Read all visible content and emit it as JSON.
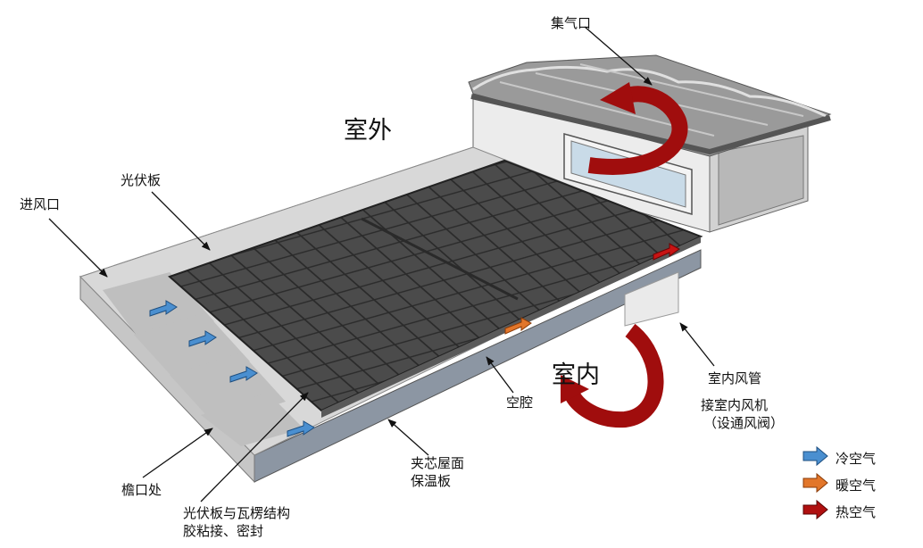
{
  "labels": {
    "outdoor": "室外",
    "indoor": "室内",
    "air_collector": "集气口",
    "pv_panel": "光伏板",
    "air_inlet": "进风口",
    "eave": "檐口处",
    "pv_bond_line1": "光伏板与瓦楞结构",
    "pv_bond_line2": "胶粘接、密封",
    "insulation_line1": "夹芯屋面",
    "insulation_line2": "保温板",
    "cavity": "空腔",
    "indoor_duct": "室内风管",
    "fan_line1": "接室内风机",
    "fan_line2": "（设通风阀）"
  },
  "legend": [
    {
      "label": "冷空气",
      "color": "#4a8fd0",
      "icon": "cold-air-arrow"
    },
    {
      "label": "暖空气",
      "color": "#e2762a",
      "icon": "warm-air-arrow"
    },
    {
      "label": "热空气",
      "color": "#b01010",
      "icon": "hot-air-arrow"
    }
  ]
}
